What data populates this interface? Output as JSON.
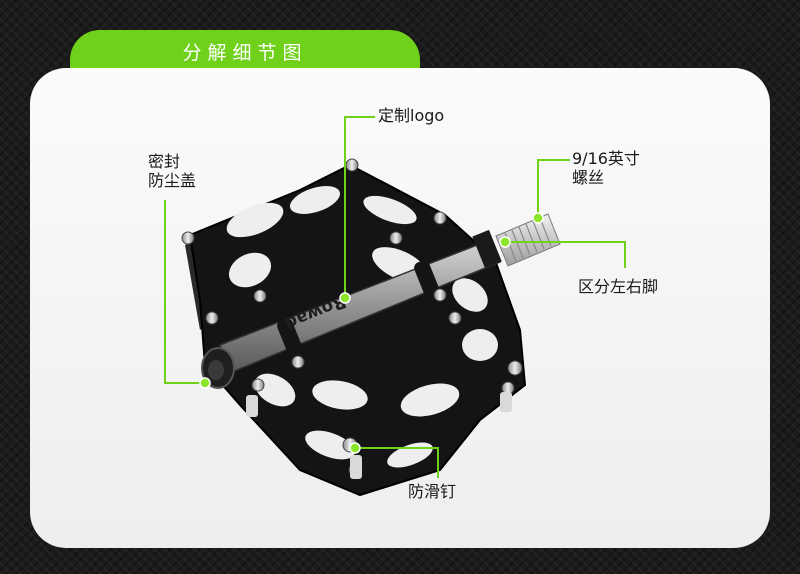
{
  "section_title": "分解细节图",
  "callouts": {
    "seal_line1": "密封",
    "seal_line2": "防尘盖",
    "logo": "定制logo",
    "thread_line1": "9/16英寸",
    "thread_line2": "螺丝",
    "left_right": "区分左右脚",
    "anti_slip": "防滑钉"
  },
  "product_logo": "Rowad",
  "colors": {
    "accent": "#6fd11a",
    "pedal_body": "#111111",
    "axle": "#a8a8a8",
    "background": "#1b1b1b",
    "card": "#f4f4f4"
  }
}
